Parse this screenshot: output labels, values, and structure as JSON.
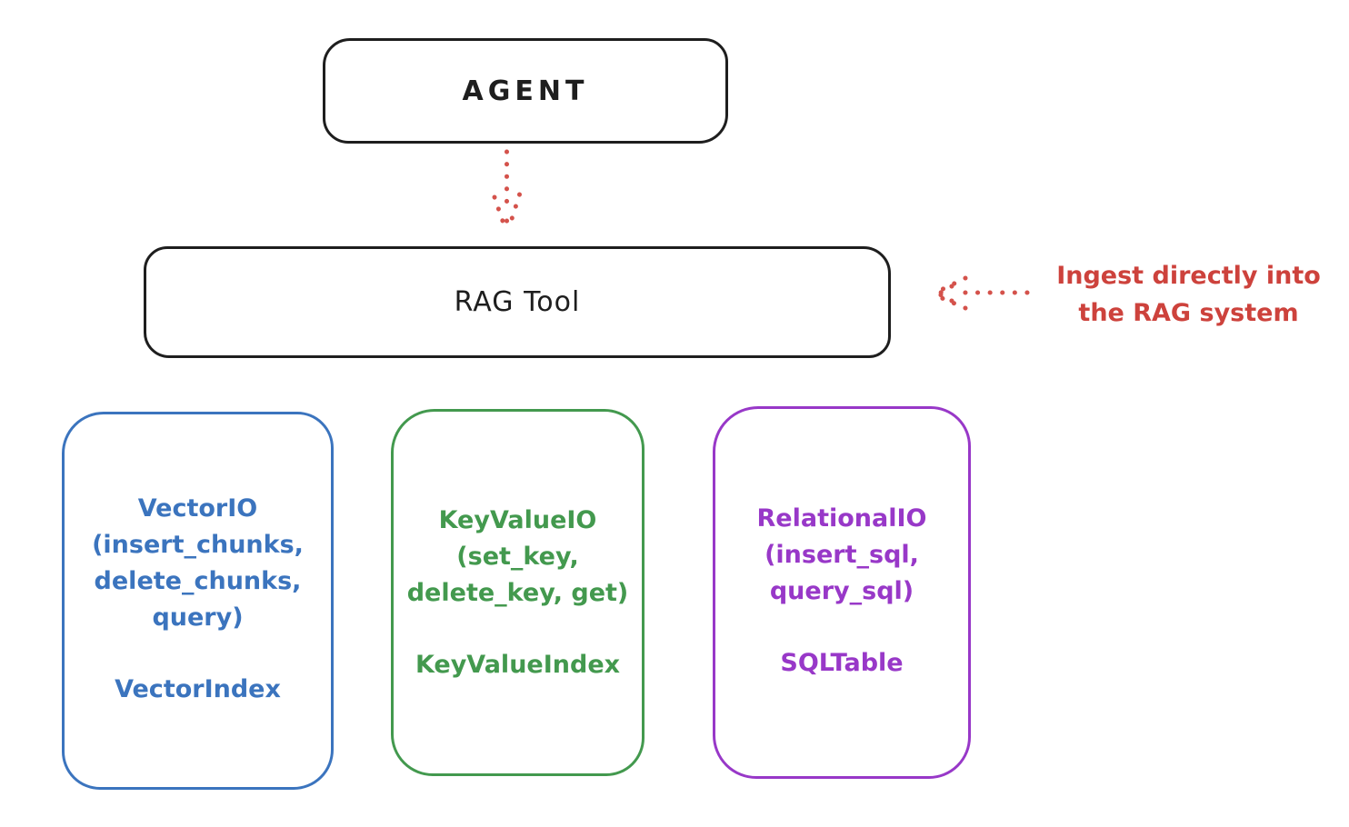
{
  "diagram": {
    "agent": {
      "label": "AGENT"
    },
    "rag_tool": {
      "label": "RAG Tool"
    },
    "annotation": {
      "line1": "Ingest directly into",
      "line2": "the RAG system"
    },
    "stores": [
      {
        "name": "vector-io",
        "lines": [
          "VectorIO",
          "(insert_chunks,",
          "delete_chunks,",
          "query)"
        ],
        "index_label": "VectorIndex",
        "color": "#3b74be"
      },
      {
        "name": "keyvalue-io",
        "lines": [
          "KeyValueIO",
          "(set_key,",
          "delete_key, get)"
        ],
        "index_label": "KeyValueIndex",
        "color": "#43994e"
      },
      {
        "name": "relational-io",
        "lines": [
          "RelationalIO",
          "(insert_sql,",
          "query_sql)"
        ],
        "index_label": "SQLTable",
        "color": "#9838c8"
      }
    ],
    "colors": {
      "stroke": "#1e1e1e",
      "red": "#cd423c",
      "blue": "#3b74be",
      "green": "#43994e",
      "purple": "#9838c8"
    }
  }
}
